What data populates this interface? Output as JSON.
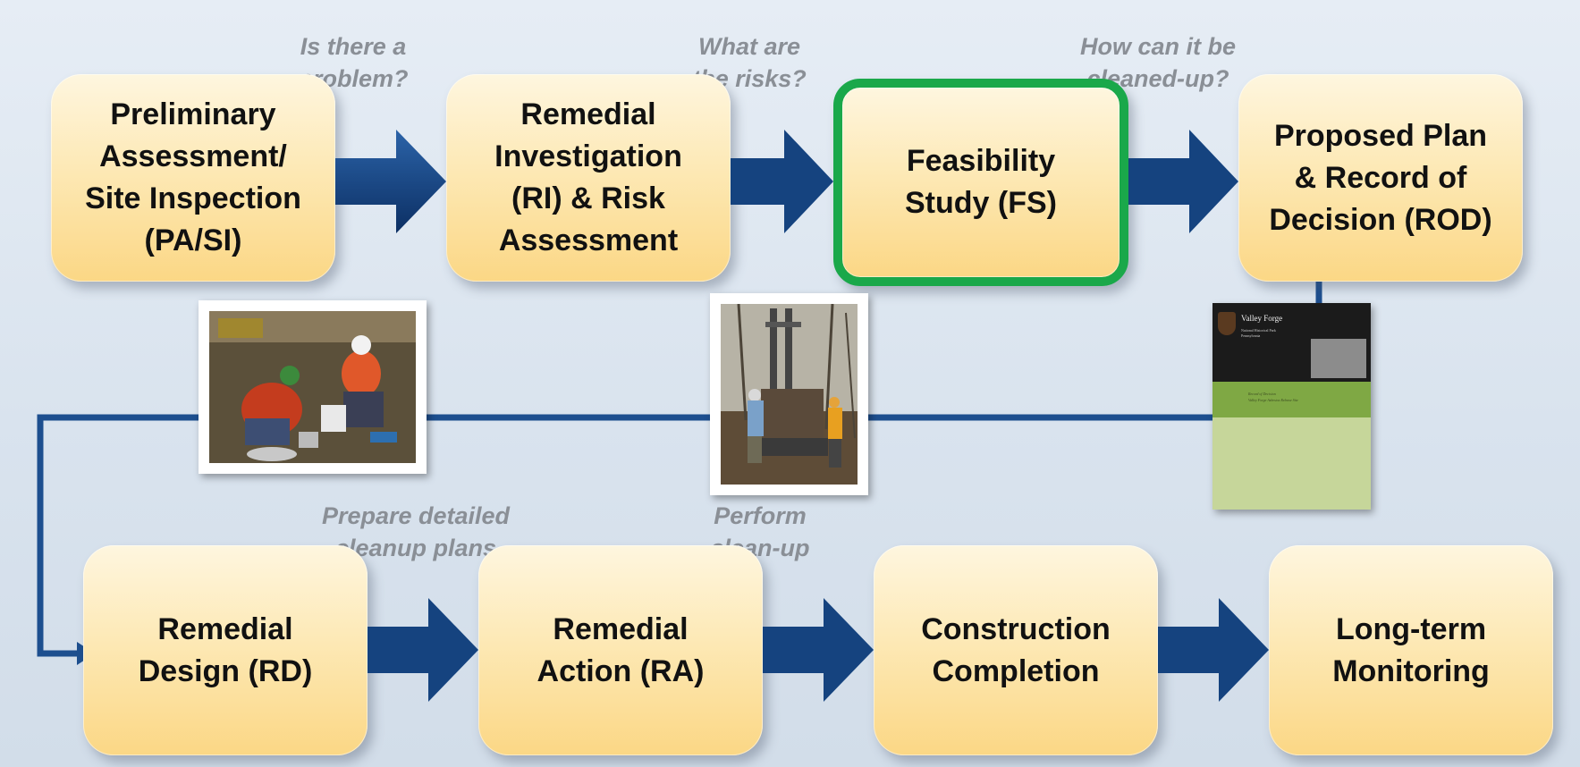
{
  "steps": [
    {
      "id": "pa-si",
      "label": "Preliminary\nAssessment/\nSite Inspection\n(PA/SI)"
    },
    {
      "id": "ri",
      "label": "Remedial\nInvestigation\n(RI) & Risk\nAssessment"
    },
    {
      "id": "fs",
      "label": "Feasibility\nStudy (FS)"
    },
    {
      "id": "rod",
      "label": "Proposed Plan\n& Record of\nDecision (ROD)"
    },
    {
      "id": "rd",
      "label": "Remedial\nDesign (RD)"
    },
    {
      "id": "ra",
      "label": "Remedial\nAction (RA)"
    },
    {
      "id": "cc",
      "label": "Construction\nCompletion"
    },
    {
      "id": "ltm",
      "label": "Long-term\nMonitoring"
    }
  ],
  "questions": [
    {
      "id": "q-problem",
      "text": "Is there a\nproblem?"
    },
    {
      "id": "q-risks",
      "text": "What are\nthe risks?"
    },
    {
      "id": "q-cleanup",
      "text": "How can it be\ncleaned-up?"
    },
    {
      "id": "q-plans",
      "text": "Prepare detailed\ncleanup plans"
    },
    {
      "id": "q-perform",
      "text": "Perform\nclean-up"
    }
  ],
  "document": {
    "title": "Valley Forge",
    "subtitle": "National Historical Park\nPennsylvania",
    "heading": "Record of Decision\nValley Forge Asbestos Release Site"
  },
  "colors": {
    "step_fill": "#fde9b6",
    "highlight_border": "#1aa84a",
    "arrow": "#123f7d",
    "connector": "#1d4f8f",
    "question_text": "#8a8f96",
    "background": "#dde6f0"
  }
}
